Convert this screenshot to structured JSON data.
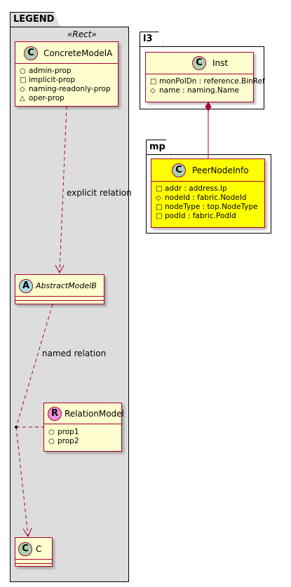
{
  "legend": {
    "package_name": "LEGEND",
    "stereotype": "«Rect»",
    "concrete": {
      "circle": "C",
      "name": "ConcreteModelA",
      "attrs": [
        {
          "vis": "○",
          "text": "admin-prop"
        },
        {
          "vis": "□",
          "text": "implicit-prop"
        },
        {
          "vis": "◇",
          "text": "naming-readonly-prop"
        },
        {
          "vis": "△",
          "text": "oper-prop"
        }
      ]
    },
    "abstract": {
      "circle": "A",
      "name": "AbstractModelB"
    },
    "relation_model": {
      "circle": "R",
      "name": "RelationModel",
      "attrs": [
        {
          "vis": "○",
          "text": "prop1"
        },
        {
          "vis": "○",
          "text": "prop2"
        }
      ]
    },
    "c_class": {
      "circle": "C",
      "name": "C"
    },
    "explicit_label": "explicit relation",
    "named_label": "named relation"
  },
  "l3": {
    "package_name": "l3",
    "inst": {
      "circle": "C",
      "name": "Inst",
      "attrs": [
        {
          "vis": "□",
          "text": "monPolDn : reference.BinRef"
        },
        {
          "vis": "◇",
          "text": "name : naming.Name"
        }
      ]
    }
  },
  "mp": {
    "package_name": "mp",
    "peer": {
      "circle": "C",
      "name": "PeerNodeInfo",
      "attrs": [
        {
          "vis": "□",
          "text": "addr : address.Ip"
        },
        {
          "vis": "◇",
          "text": "nodeId : fabric.NodeId"
        },
        {
          "vis": "□",
          "text": "nodeType : top.NodeType"
        },
        {
          "vis": "□",
          "text": "podId : fabric.PodId"
        }
      ]
    }
  },
  "colors": {
    "class_fill": "#FEFECE",
    "highlight_fill": "#FFFF00",
    "border": "#A80036",
    "package_fill": "#DDDDDD",
    "circle_class": "#ADD1B2",
    "circle_abstract": "#A9DCDF",
    "circle_relation": "#EB93DF"
  }
}
